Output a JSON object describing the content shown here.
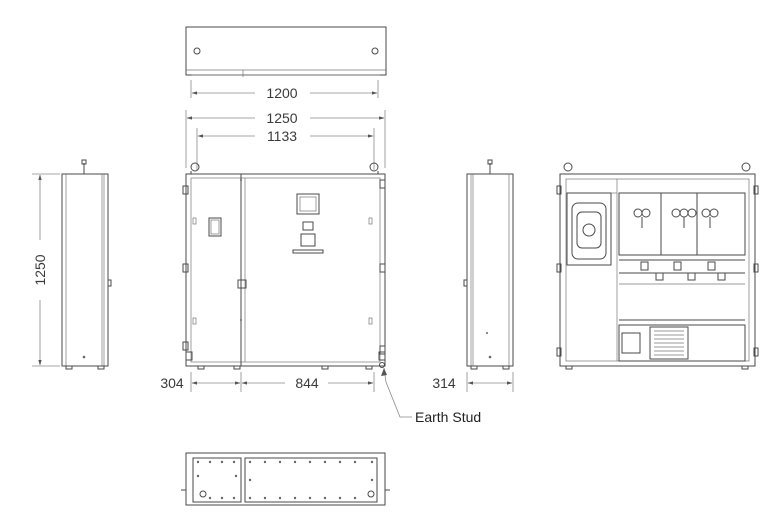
{
  "dimensions": {
    "top_width": "1200",
    "overall_width": "1250",
    "inner_width": "1133",
    "height": "1250",
    "left_section": "304",
    "right_section": "844",
    "depth": "314"
  },
  "callouts": {
    "earth_stud": "Earth Stud"
  }
}
